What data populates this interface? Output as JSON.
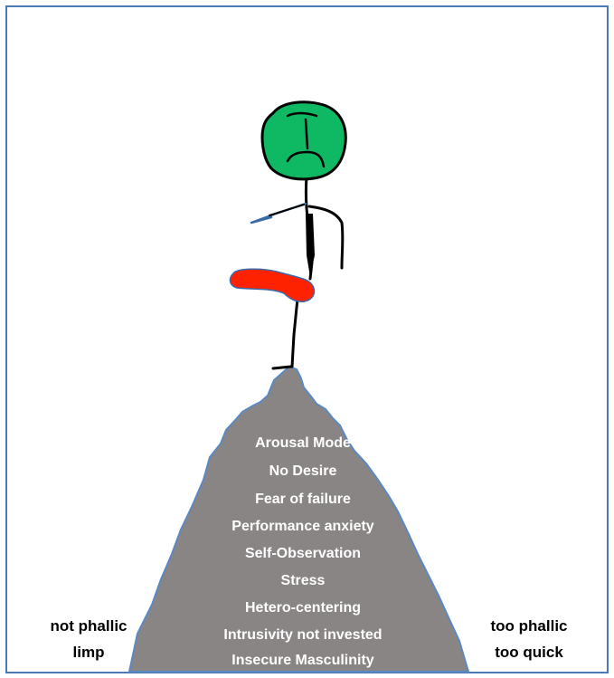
{
  "mountain_items": [
    "Arousal Mode",
    "No Desire",
    "Fear of failure",
    "Performance anxiety",
    "Self-Observation",
    "Stress",
    "Hetero-centering",
    "Intrusivity not invested",
    "Insecure Masculinity"
  ],
  "left_label": {
    "line1": "not phallic",
    "line2": "limp"
  },
  "right_label": {
    "line1": "too phallic",
    "line2": "too quick"
  },
  "colors": {
    "frame": "#4a7ab5",
    "mountain": "#8a8585",
    "mountain_outline": "#5a88c0",
    "head": "#0fb863",
    "red_shape": "#ff2200",
    "ink": "#000000"
  }
}
